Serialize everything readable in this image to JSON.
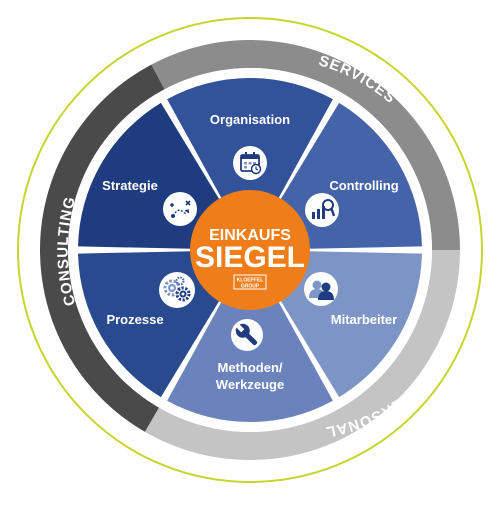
{
  "center": {
    "line1": "EINKAUFS",
    "line2": "SIEGEL",
    "logo_line1": "KLOEPFEL",
    "logo_line2": "GROUP",
    "color": "#ee7d1a"
  },
  "ring": {
    "services": "SERVICES",
    "consulting": "CONSULTING",
    "personal": "PERSONAL",
    "dark_color": "#4a4a4a",
    "mid_color": "#8c8c8c",
    "light_color": "#c4c4c4",
    "outline_color": "#c6d530"
  },
  "segments": [
    {
      "key": "organisation",
      "label": "Organisation",
      "icon": "calendar-icon",
      "color": "#32529a"
    },
    {
      "key": "controlling",
      "label": "Controlling",
      "icon": "analytics-icon",
      "color": "#4563a8"
    },
    {
      "key": "mitarbeiter",
      "label": "Mitarbeiter",
      "icon": "people-icon",
      "color": "#7d95c6"
    },
    {
      "key": "methoden",
      "label_line1": "Methoden/",
      "label_line2": "Werkzeuge",
      "icon": "wrench-icon",
      "color": "#6a83bd"
    },
    {
      "key": "prozesse",
      "label": "Prozesse",
      "icon": "gears-icon",
      "color": "#2a4a90"
    },
    {
      "key": "strategie",
      "label": "Strategie",
      "icon": "strategy-icon",
      "color": "#1f3c80"
    }
  ]
}
